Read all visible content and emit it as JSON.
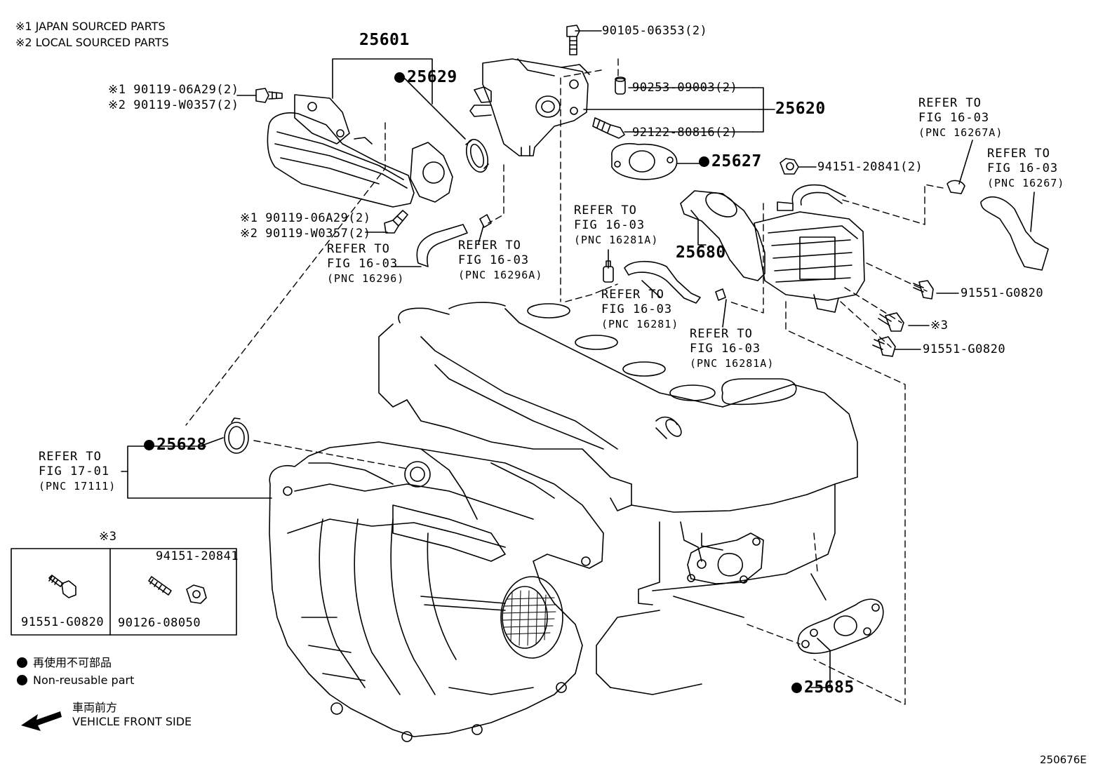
{
  "source_notes": {
    "japan": "※1 JAPAN SOURCED PARTS",
    "local": "※2 LOCAL SOURCED PARTS"
  },
  "parts": {
    "p25601": "25601",
    "p25629": "25629",
    "p25620": "25620",
    "p25627": "25627",
    "p25680": "25680",
    "p25628": "25628",
    "p25685": "25685",
    "bolt_top_j": "※1 90119-06A29(2)",
    "bolt_top_l": "※2 90119-W0357(2)",
    "bolt_mid_j": "※1 90119-06A29(2)",
    "bolt_mid_l": "※2 90119-W0357(2)",
    "b90105": "90105-06353(2)",
    "b90253": "90253-09003(2)",
    "b92122": "92122-80816(2)",
    "b94151": "94151-20841(2)",
    "b91551_a": "91551-G0820",
    "mark3": "※3",
    "b91551_b": "91551-G0820"
  },
  "refs": [
    {
      "l1": "REFER TO",
      "l2": "FIG 16-03",
      "l3": "(PNC 16296)"
    },
    {
      "l1": "REFER TO",
      "l2": "FIG 16-03",
      "l3": "(PNC 16296A)"
    },
    {
      "l1": "REFER TO",
      "l2": "FIG 16-03",
      "l3": "(PNC 16281A)"
    },
    {
      "l1": "REFER TO",
      "l2": "FIG 16-03",
      "l3": "(PNC 16281)"
    },
    {
      "l1": "REFER TO",
      "l2": "FIG 16-03",
      "l3": "(PNC 16281A)"
    },
    {
      "l1": "REFER TO",
      "l2": "FIG 16-03",
      "l3": "(PNC 16267A)"
    },
    {
      "l1": "REFER TO",
      "l2": "FIG 16-03",
      "l3": "(PNC 16267)"
    },
    {
      "l1": "REFER TO",
      "l2": "FIG 17-01",
      "l3": "(PNC 17111)"
    }
  ],
  "inset": {
    "title": "※3",
    "left_part": "91551-G0820",
    "right_top_part": "94151-20841",
    "right_bottom_part": "90126-08050"
  },
  "legend": {
    "jp": "再使用不可部品",
    "en": "Non-reusable part"
  },
  "direction": {
    "jp": "車両前方",
    "en": "VEHICLE FRONT SIDE"
  },
  "figure_id": "250676E"
}
